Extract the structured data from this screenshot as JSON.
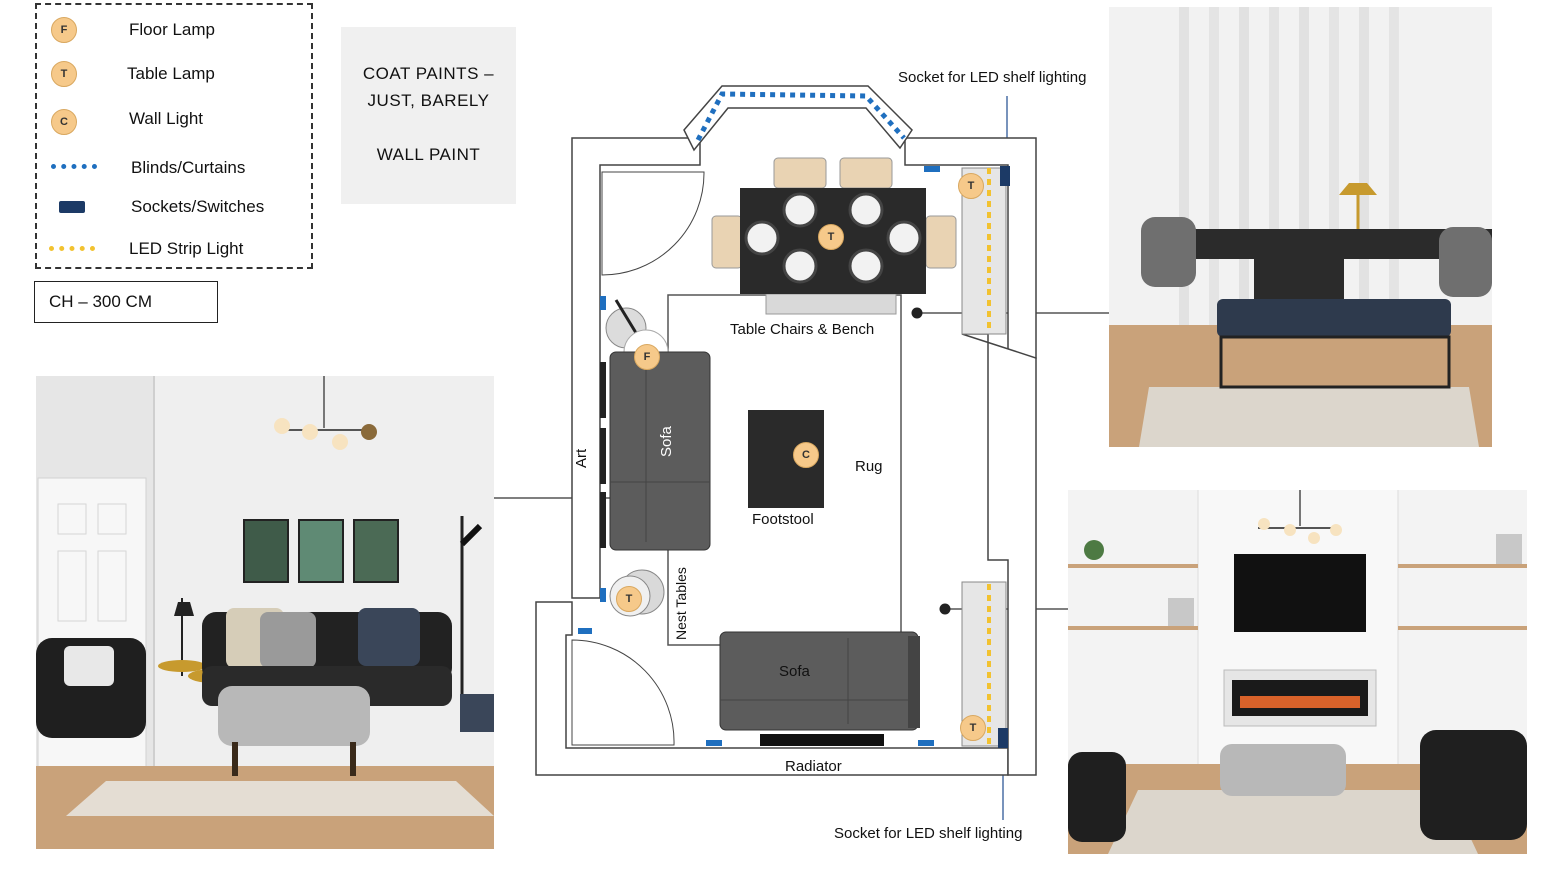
{
  "legend": {
    "items": [
      {
        "symbol": "F",
        "label": "Floor Lamp"
      },
      {
        "symbol": "T",
        "label": "Table Lamp"
      },
      {
        "symbol": "C",
        "label": "Wall Light"
      },
      {
        "symbol": "",
        "label": "Blinds/Curtains"
      },
      {
        "symbol": "",
        "label": "Sockets/Switches"
      },
      {
        "symbol": "",
        "label": "LED Strip Light"
      }
    ]
  },
  "ceiling_height": "CH – 300 CM",
  "paint": {
    "line1": "COAT PAINTS –",
    "line2": "JUST, BARELY",
    "line3": "WALL PAINT"
  },
  "plan": {
    "table_label": "Table Chairs & Bench",
    "rug_label": "Rug",
    "footstool_label": "Footstool",
    "art_label": "Art",
    "sofa_left_label": "Sofa",
    "sofa_bottom_label": "Sofa",
    "nest_tables_label": "Nest Tables",
    "radiator_label": "Radiator",
    "socket_top_label": "Socket for LED shelf lighting",
    "socket_bottom_label": "Socket for LED shelf lighting",
    "badge_floor": "F",
    "badge_table": "T",
    "badge_wall": "C"
  },
  "colors": {
    "lamp_badge": "#f6c98a",
    "blinds": "#1f6fbf",
    "socket": "#1c3a66",
    "led": "#f2c230",
    "sofa": "#5c5c5c",
    "table": "#2a2a2a",
    "floor": "#c9a27a"
  },
  "icons": {
    "floor_lamp": "floor-lamp-badge-icon",
    "table_lamp": "table-lamp-badge-icon",
    "wall_light": "wall-light-badge-icon",
    "blinds": "blinds-dotted-line-icon",
    "socket": "socket-switch-icon",
    "led": "led-strip-dotted-line-icon"
  }
}
